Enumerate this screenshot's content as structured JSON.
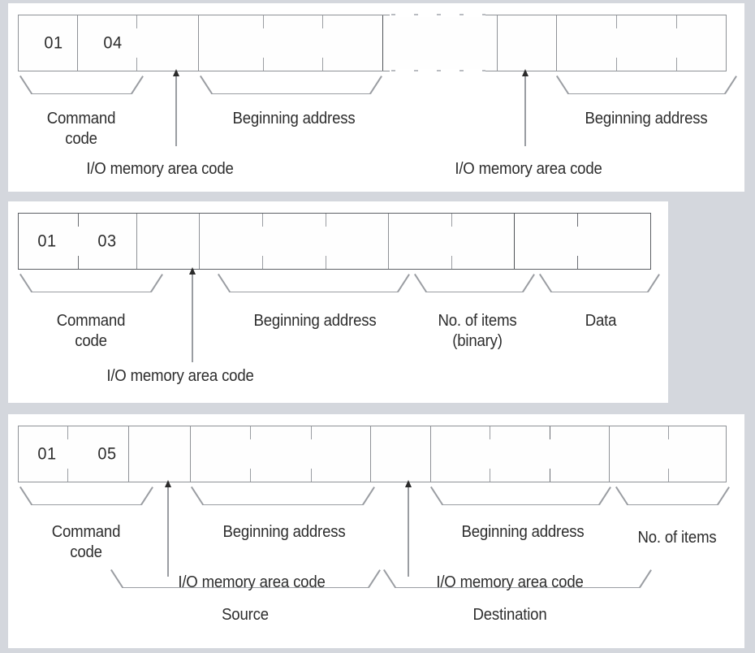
{
  "diagram": {
    "title": "FINS command frame formats",
    "background_color": "#d4d7dd",
    "panel_color": "#ffffff",
    "line_color": "#8e9196",
    "text_color": "#2d2d2d"
  },
  "panels": [
    {
      "id": "memory-area-read",
      "command_code": {
        "byte1": "01",
        "byte2": "04"
      },
      "labels": {
        "command_code": "Command",
        "command_code_2": "code",
        "beginning_address_1": "Beginning address",
        "beginning_address_2": "Beginning address",
        "io_memory_area_code_1": "I/O memory area code",
        "io_memory_area_code_2": "I/O memory area code"
      },
      "has_continuation_break": true
    },
    {
      "id": "memory-area-write",
      "command_code": {
        "byte1": "01",
        "byte2": "03"
      },
      "labels": {
        "command_code": "Command",
        "command_code_2": "code",
        "beginning_address": "Beginning address",
        "no_of_items": "No. of items",
        "no_of_items_2": "(binary)",
        "data": "Data",
        "io_memory_area_code": "I/O memory area code"
      },
      "has_continuation_break": false
    },
    {
      "id": "memory-area-transfer",
      "command_code": {
        "byte1": "01",
        "byte2": "05"
      },
      "labels": {
        "command_code": "Command",
        "command_code_2": "code",
        "beginning_address_1": "Beginning address",
        "beginning_address_2": "Beginning address",
        "no_of_items": "No. of items",
        "io_memory_area_code_1": "I/O memory area code",
        "io_memory_area_code_2": "I/O memory area code",
        "source": "Source",
        "destination": "Destination"
      },
      "has_continuation_break": false
    }
  ]
}
